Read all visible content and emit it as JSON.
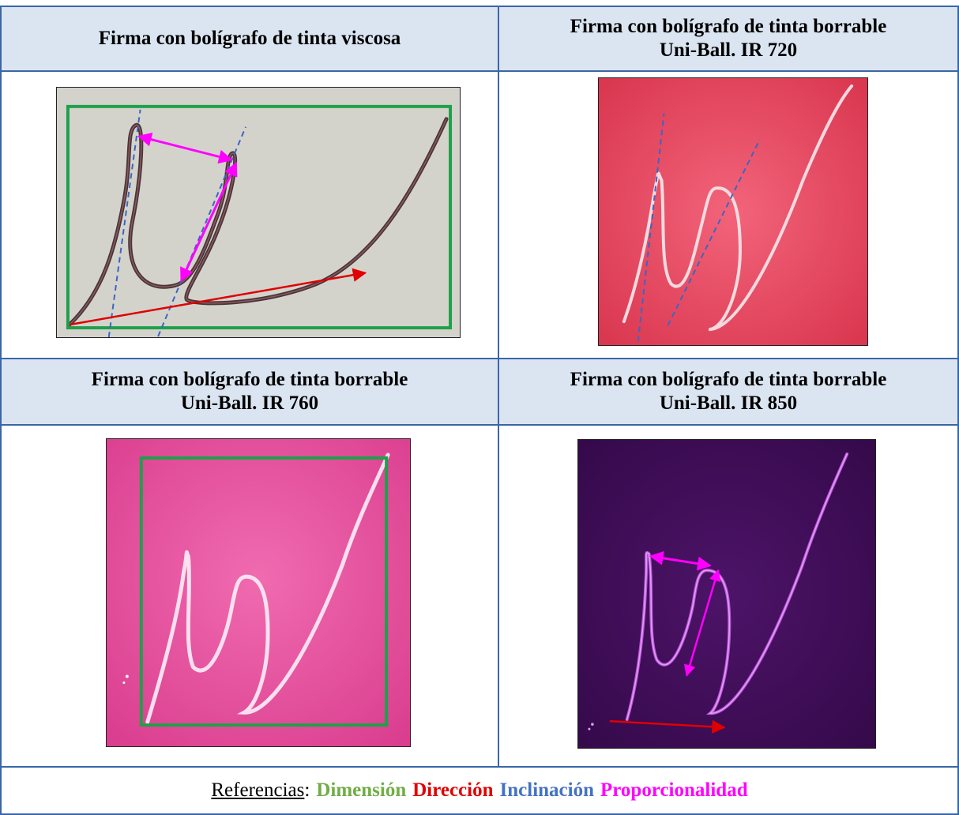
{
  "cells": {
    "top_left_title": "Firma con bolígrafo de tinta viscosa",
    "top_right_title_line1": "Firma con bolígrafo de tinta borrable",
    "top_right_title_line2": "Uni-Ball. IR 720",
    "bottom_left_title_line1": "Firma con bolígrafo de tinta borrable",
    "bottom_left_title_line2": "Uni-Ball. IR 760",
    "bottom_right_title_line1": "Firma con bolígrafo de tinta borrable",
    "bottom_right_title_line2": "Uni-Ball. IR 850"
  },
  "legend": {
    "label": "Referencias",
    "separator": ":",
    "items": [
      {
        "text": "Dimensión",
        "color": "#70ad47"
      },
      {
        "text": "Dirección",
        "color": "#e00000"
      },
      {
        "text": "Inclinación",
        "color": "#4472c4"
      },
      {
        "text": "Proporcionalidad",
        "color": "#ff00ff"
      }
    ]
  },
  "colors": {
    "header_bg": "#dbe5f1",
    "grid_line": "#3a66a7",
    "dimension_box": "#1ea04a",
    "direction_arrow": "#e00000",
    "inclination_line": "#3a66c4",
    "proportion_arrow": "#ff00ff",
    "photo_viscous_bg": "#cbcbc4",
    "photo_ir720_bg": "#ec4a62",
    "photo_ir760_bg": "#e8509e",
    "photo_ir850_bg": "#3e0c57"
  }
}
